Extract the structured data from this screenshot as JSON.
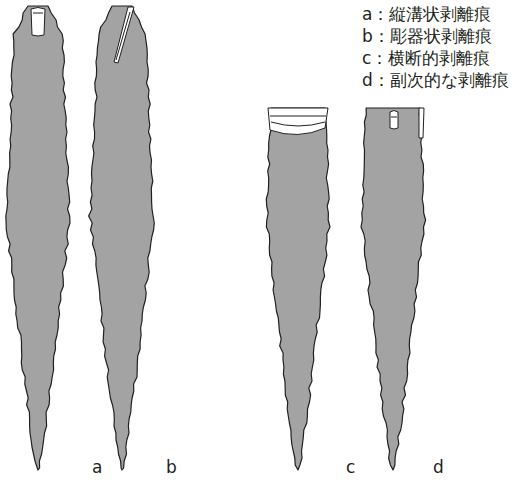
{
  "diagram": {
    "labels": [
      "a：縦溝状剥離痕",
      "b：彫器状剥離痕",
      "c：横断的剥離痕",
      "d：副次的な剥離痕",
      "a",
      "b",
      "c",
      "d"
    ]
  }
}
